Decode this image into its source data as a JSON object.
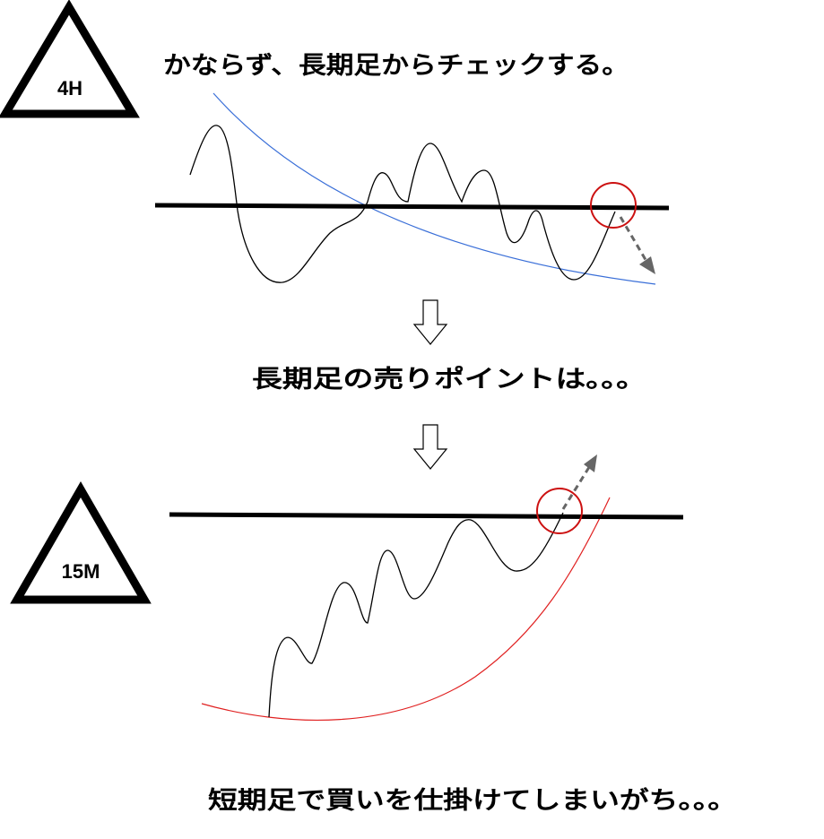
{
  "timeframes": {
    "long": "4H",
    "short": "15M"
  },
  "captions": {
    "top": "かならず、長期足からチェックする。",
    "middle": "長期足の売りポイントは。。。",
    "bottom": "短期足で買いを仕掛けてしまいがち。。。"
  },
  "colors": {
    "price_line": "#000000",
    "trend_down": "#3a6fd8",
    "trend_up": "#e02020",
    "highlight_circle": "#cc1111",
    "projection_arrow": "#666666",
    "level_line": "#000000"
  },
  "icons": {
    "timeframe_badge": "warning-triangle-icon",
    "flow_arrow": "down-arrow-icon",
    "projection": "dashed-arrow-icon",
    "highlight": "circle-marker-icon"
  }
}
